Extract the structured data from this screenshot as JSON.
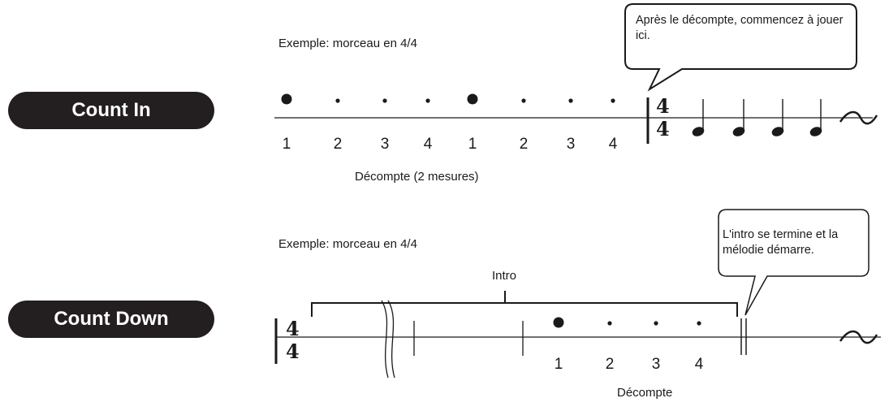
{
  "count_in": {
    "title": "Count In",
    "example": "Exemple: morceau en 4/4",
    "callout": "Après le décompte, commencez à jouer ici.",
    "beats": [
      "1",
      "2",
      "3",
      "4",
      "1",
      "2",
      "3",
      "4"
    ],
    "beat_caption": "Décompte (2 mesures)",
    "time_signature": "4/4"
  },
  "count_down": {
    "title": "Count Down",
    "example": "Exemple: morceau en 4/4",
    "intro_label": "Intro",
    "callout": "L'intro se termine et la mélodie démarre.",
    "beats": [
      "1",
      "2",
      "3",
      "4"
    ],
    "beat_caption": "Décompte",
    "time_signature": "4/4"
  }
}
